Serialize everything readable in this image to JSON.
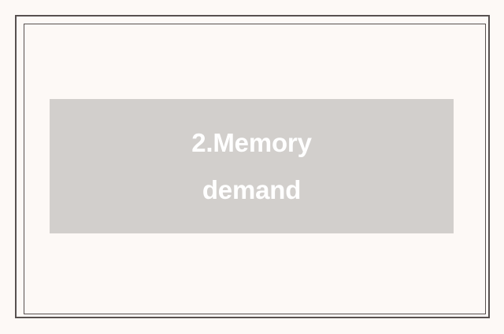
{
  "slide": {
    "background_color": "#FDF9F6",
    "frame": {
      "outer_color": "#585150",
      "inner_color": "#585150"
    },
    "content_panel": {
      "background_color": "#D2CFCC",
      "text_color": "#FFFFFF",
      "title": "2.Memory\ndemand",
      "title_lines": [
        "2.Memory",
        "demand"
      ]
    }
  }
}
